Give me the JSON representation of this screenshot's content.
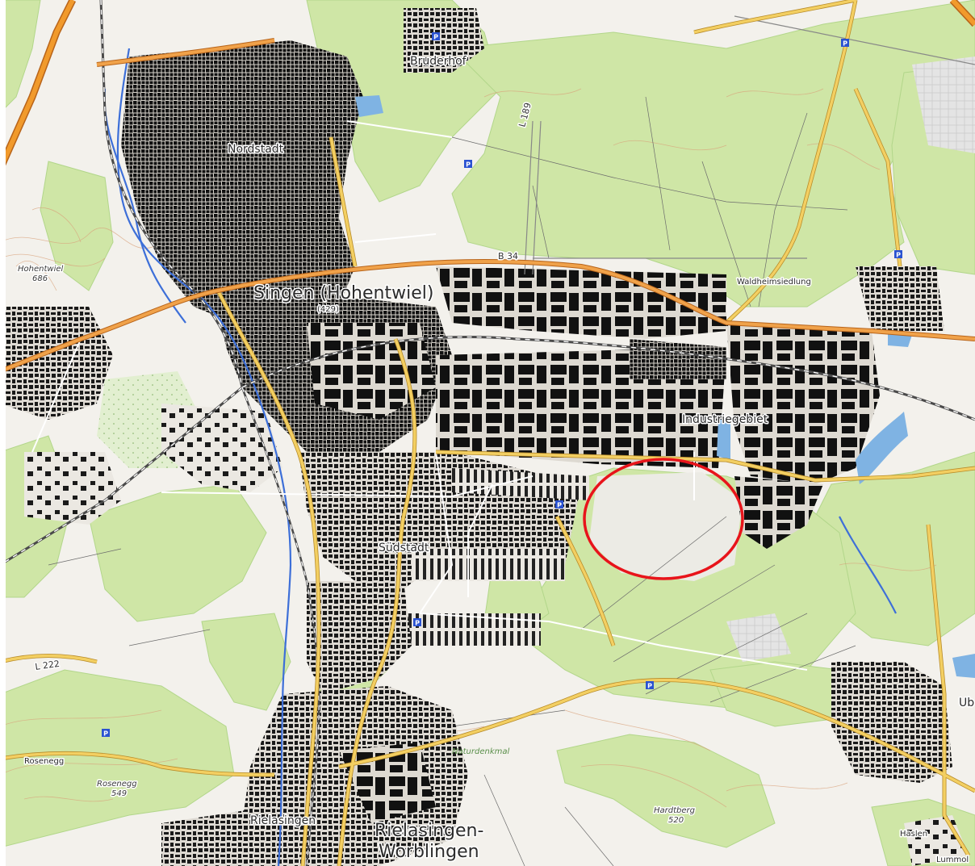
{
  "map": {
    "colors": {
      "background": "#f3f1ec",
      "forest": "#cfe6a6",
      "forest_edge": "#a9cf7c",
      "urban": "#e6e2dc",
      "building": "#111111",
      "motorway": "#f19a2c",
      "primary_road": "#e08a2e",
      "secondary_road": "#f1c75a",
      "minor_road": "#ffffff",
      "railway": "#4a4a4a",
      "river": "#3d6fd8",
      "water": "#7fb3e3",
      "contour": "#d9a17a",
      "highlight_circle": "#e8141b",
      "parking": "#2a52d1"
    },
    "labels": {
      "singen": "Singen (Hohentwiel)",
      "singen_elevation": "(429)",
      "nordstadt": "Nordstadt",
      "suedstadt": "Südstadt",
      "bruderhof": "Bruderhof",
      "industriegebiet": "Industriegebiet",
      "waldheimsiedlung": "Waldheimsiedlung",
      "rielasingen": "Rielasingen",
      "rielasingen_worblingen_1": "Rielasingen-",
      "rielasingen_worblingen_2": "Worblingen",
      "hohentwiel": "Hohentwiel",
      "hohentwiel_elevation": "686",
      "rosenegg_place": "Rosenegg",
      "rosenegg_peak": "Rosenegg",
      "rosenegg_elevation": "549",
      "hardtberg": "Hardtberg",
      "hardtberg_elevation": "520",
      "naturdenkmal": "Naturdenkmal",
      "haslen": "Haslen",
      "lummole": "Lummol",
      "ub": "Ub"
    },
    "road_refs": {
      "b34": "B 34",
      "l189": "L 189",
      "l222": "L 222"
    },
    "icons": {
      "parking": "P",
      "highlight": "red-circle-annotation"
    }
  }
}
